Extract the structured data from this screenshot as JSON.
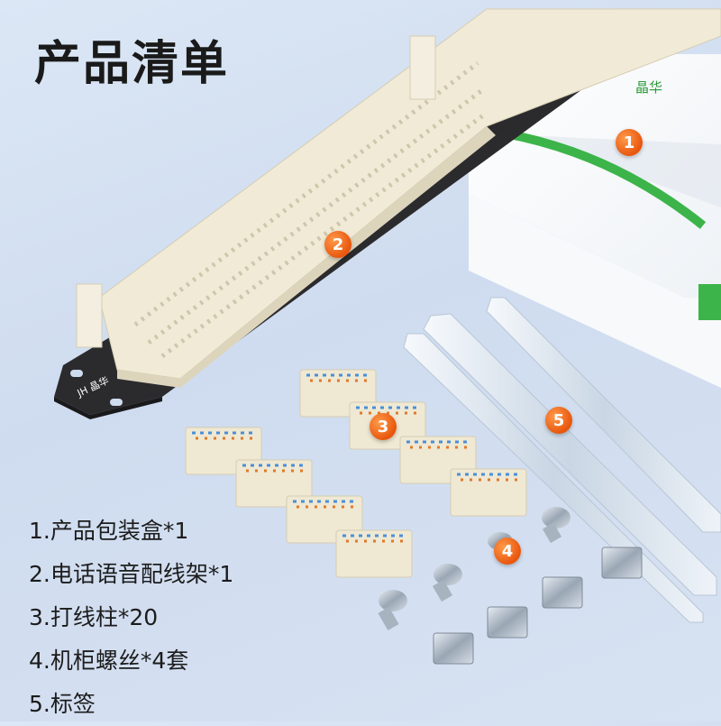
{
  "title": "产品清单",
  "brand": "JH 晶华",
  "box_brand": "晶华",
  "badges": [
    "1",
    "2",
    "3",
    "4",
    "5"
  ],
  "items": [
    "1.产品包装盒*1",
    "2.电话语音配线架*1",
    "3.打线柱*20",
    "4.机柜螺丝*4套",
    "5.标签"
  ],
  "colors": {
    "badge": "#e8560d",
    "panel": "#2b2b2e",
    "modules": "#f1ead6",
    "box_accent": "#3cb44a"
  },
  "icons": [
    "patch-panel-icon",
    "package-box-icon",
    "terminal-block-icon",
    "screw-icon",
    "cage-nut-icon",
    "label-strip-icon"
  ]
}
